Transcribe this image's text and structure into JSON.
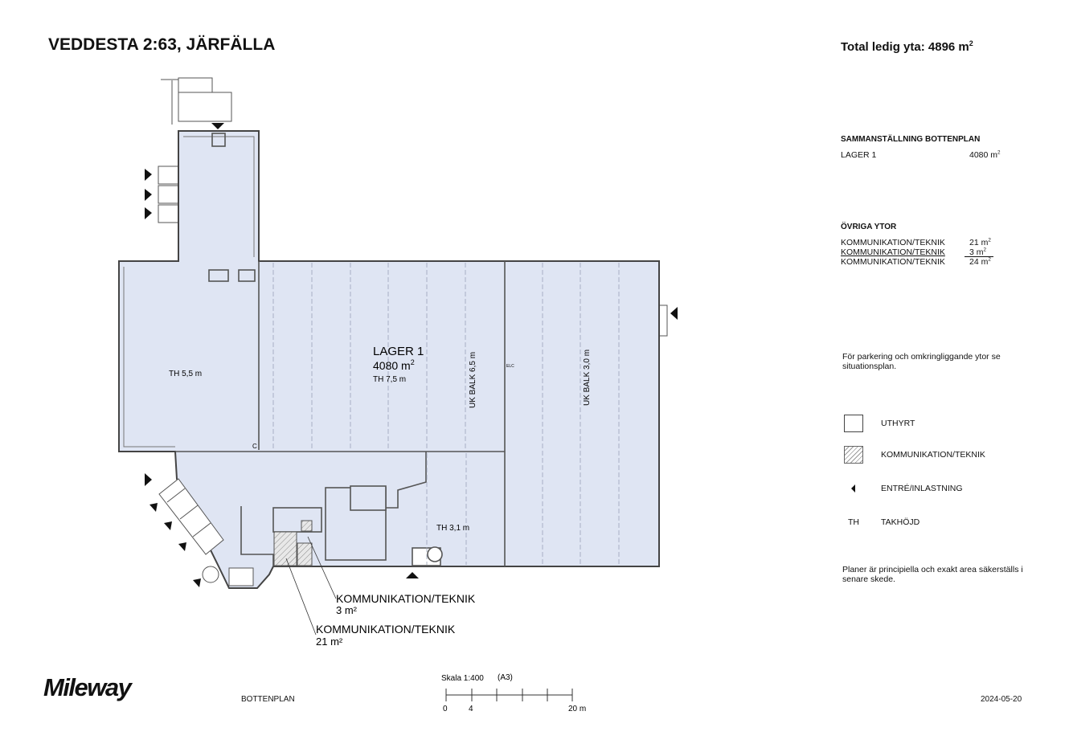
{
  "header": {
    "title": "VEDDESTA 2:63, JÄRFÄLLA",
    "total_label": "Total ledig yta: 4896 m",
    "total_sup": "2"
  },
  "summary": {
    "heading": "SAMMANSTÄLLNING BOTTENPLAN",
    "rows": [
      {
        "name": "LAGER 1",
        "value": "4080 m",
        "sup": "2"
      }
    ]
  },
  "other": {
    "heading": "ÖVRIGA YTOR",
    "rows": [
      {
        "name": "KOMMUNIKATION/TEKNIK",
        "value": "21 m",
        "sup": "2"
      },
      {
        "name": "KOMMUNIKATION/TEKNIK",
        "value": "3 m",
        "sup": "2"
      },
      {
        "name": "KOMMUNIKATION/TEKNIK",
        "value": "24 m",
        "sup": "2"
      }
    ]
  },
  "notes": {
    "parking": "För parkering och omkringliggande ytor se situationsplan.",
    "disclaimer": "Planer är principiella och exakt area säkerställs i senare skede."
  },
  "legend": {
    "rented": "UTHYRT",
    "communication": "KOMMUNIKATION/TEKNIK",
    "entrance": "ENTRÉ/INLASTNING",
    "th_abbr": "TH",
    "th_label": "TAKHÖJD"
  },
  "plan": {
    "fill_color": "#dfe5f3",
    "hatch_color": "#888888",
    "lager_name": "LAGER 1",
    "lager_area": "4080 m",
    "lager_area_sup": "2",
    "th_main": "TH 7,5 m",
    "th_left": "TH 5,5 m",
    "th_lower": "TH 3,1 m",
    "uk_balk_1": "UK BALK 6,5 m",
    "uk_balk_2": "UK BALK 3,0 m",
    "elc": "ELC",
    "c_mark": "C",
    "callout_small_name": "KOMMUNIKATION/TEKNIK",
    "callout_small_area": "3 m²",
    "callout_large_name": "KOMMUNIKATION/TEKNIK",
    "callout_large_area": "21 m²"
  },
  "footer": {
    "logo": "Mileway",
    "plan_name": "BOTTENPLAN",
    "scale": "Skala 1:400",
    "paper": "(A3)",
    "scale_ticks": [
      "0",
      "4",
      "20 m"
    ],
    "date": "2024-05-20"
  }
}
